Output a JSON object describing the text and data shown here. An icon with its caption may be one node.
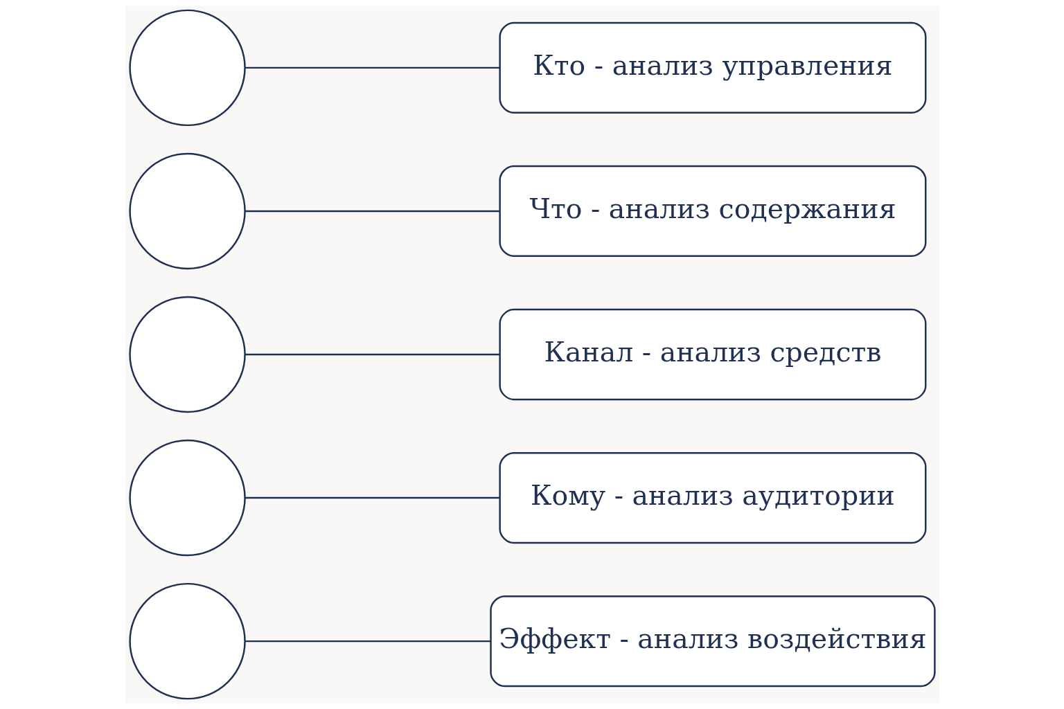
{
  "diagram": {
    "nodes": [
      {
        "text": [],
        "shape": "circle"
      },
      {
        "text": [
          "Кто - анализ управления"
        ]
      },
      {
        "text": [],
        "shape": "circle"
      },
      {
        "text": [
          "Что - анализ содержания"
        ]
      },
      {
        "text": [],
        "shape": "circle"
      },
      {
        "text": [
          "Канал - анализ средств"
        ]
      },
      {
        "text": [],
        "shape": "circle"
      },
      {
        "text": [
          "Кому - анализ аудитории"
        ]
      },
      {
        "text": [],
        "shape": "circle"
      },
      {
        "text": [
          "Эффект - анализ воздействия"
        ]
      }
    ],
    "edges": [
      {
        "from": 0,
        "to": 1,
        "arrow": "none"
      },
      {
        "from": 2,
        "to": 3,
        "arrow": "none"
      },
      {
        "from": 4,
        "to": 5,
        "arrow": "none"
      },
      {
        "from": 6,
        "to": 7,
        "arrow": "none"
      },
      {
        "from": 8,
        "to": 9,
        "arrow": "none"
      }
    ]
  }
}
